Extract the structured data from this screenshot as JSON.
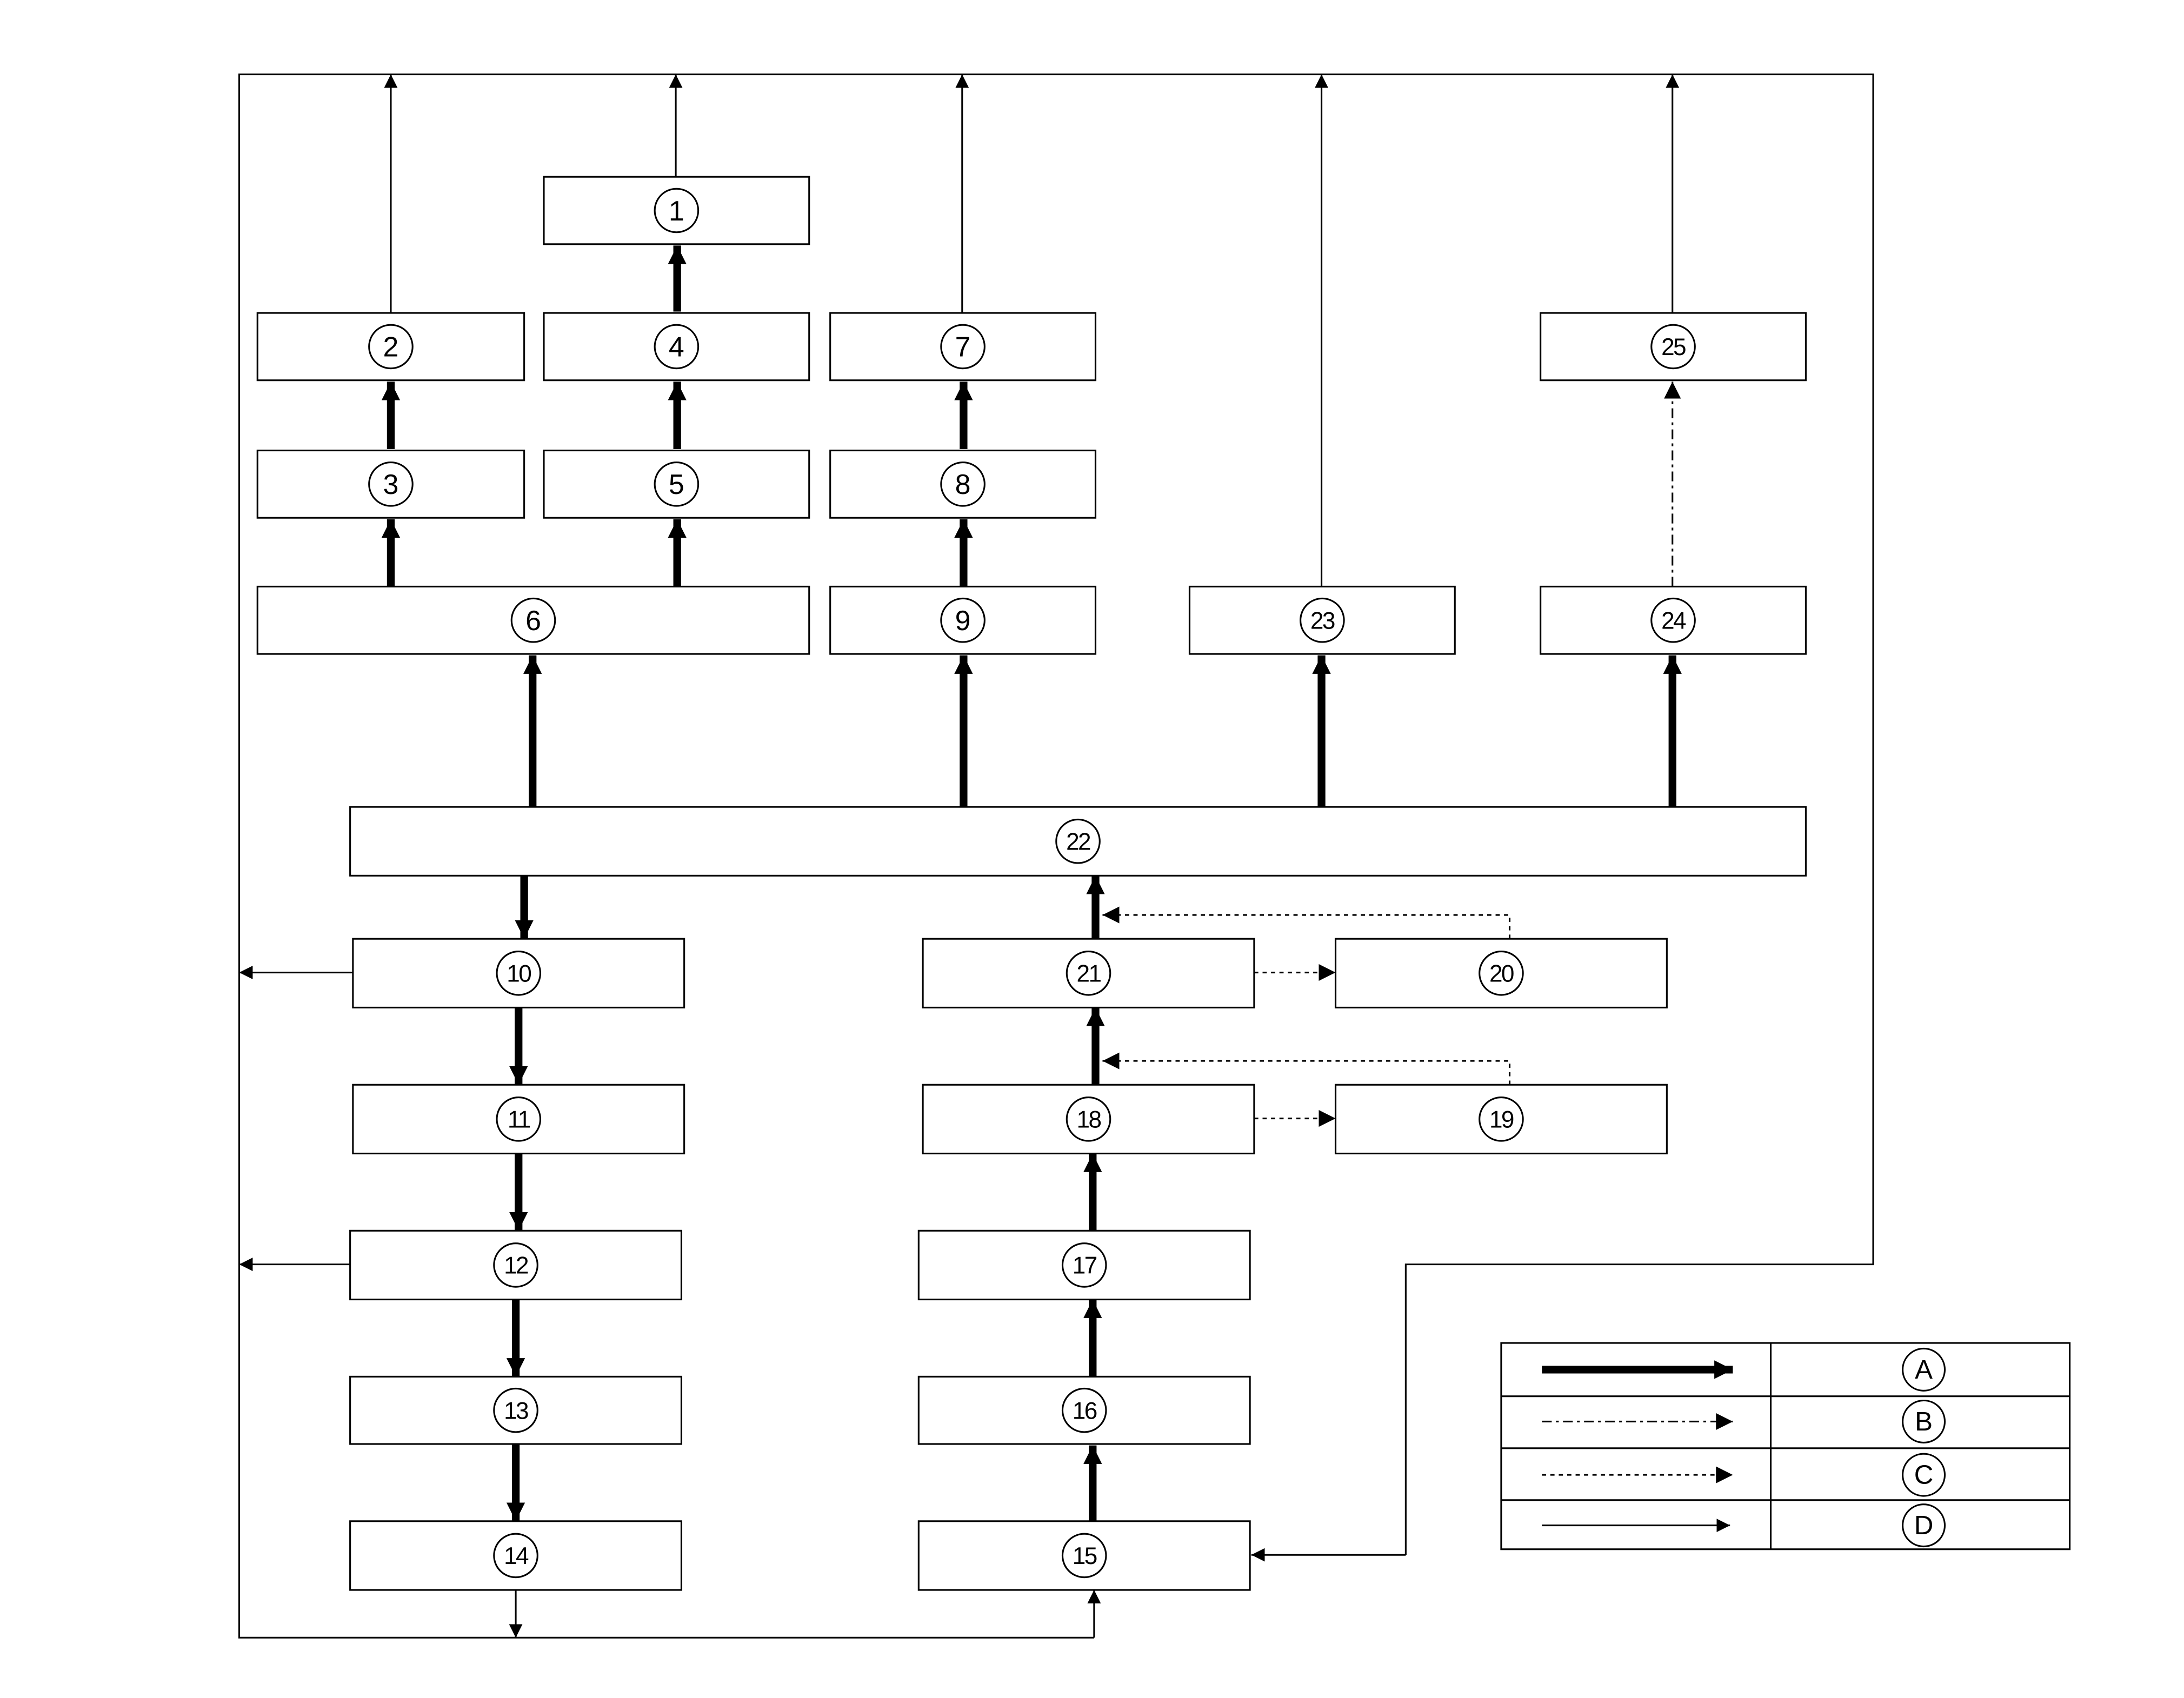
{
  "boxes": {
    "b1": "1",
    "b2": "2",
    "b3": "3",
    "b4": "4",
    "b5": "5",
    "b6": "6",
    "b7": "7",
    "b8": "8",
    "b9": "9",
    "b10": "10",
    "b11": "11",
    "b12": "12",
    "b13": "13",
    "b14": "14",
    "b15": "15",
    "b16": "16",
    "b17": "17",
    "b18": "18",
    "b19": "19",
    "b20": "20",
    "b21": "21",
    "b22": "22",
    "b23": "23",
    "b24": "24",
    "b25": "25"
  },
  "legend": [
    "A",
    "B",
    "C",
    "D"
  ],
  "colors": {
    "stroke": "#000000",
    "background": "#ffffff"
  }
}
